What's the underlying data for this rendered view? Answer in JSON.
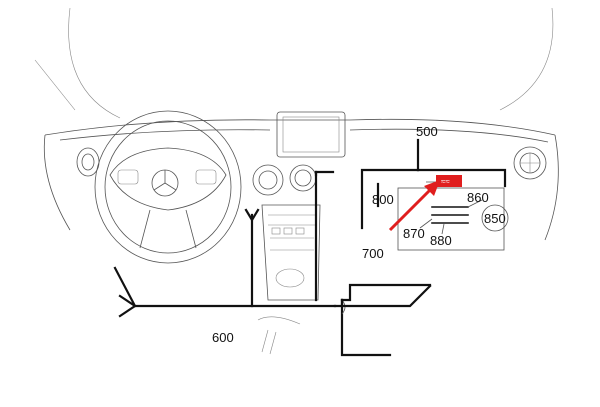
{
  "labels": {
    "dashboard_system": "500",
    "wiring_harness": "600",
    "connector_line": "700",
    "display_area": "800",
    "round_indicator": "850",
    "indicator_line_a": "860",
    "indicator_line_b": "870",
    "indicator_line_c": "880"
  },
  "highlight": {
    "color": "#e01e1e"
  }
}
